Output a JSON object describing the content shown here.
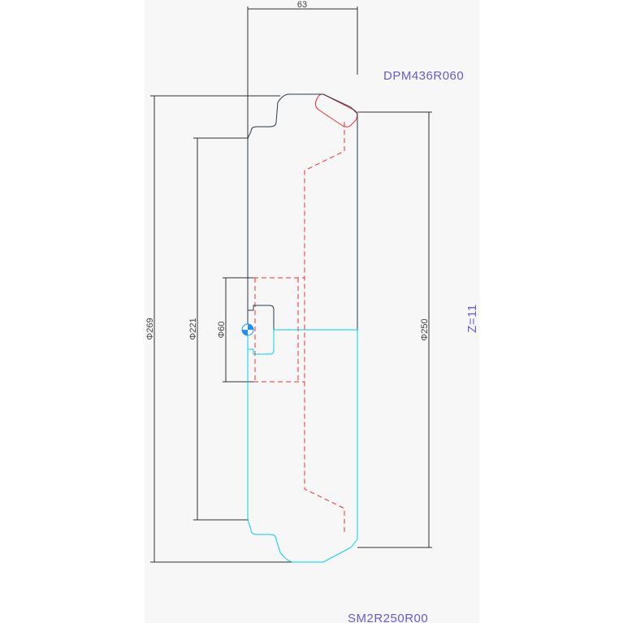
{
  "drawing": {
    "top_label": "DPM436R060",
    "bottom_label": "SM2R250R00",
    "side_label": "Z=11",
    "dims": {
      "width": "63",
      "d269": "Φ269",
      "d221": "Φ221",
      "d60": "Φ60",
      "d250": "Φ250"
    }
  },
  "colors": {
    "outline_dark": "#2a3a4a",
    "outline_cyan": "#00d0e8",
    "hidden_red": "#e83030",
    "dim_line": "#303030",
    "label_blue": "#6a5acd",
    "center_fill": "#1e90ff"
  }
}
